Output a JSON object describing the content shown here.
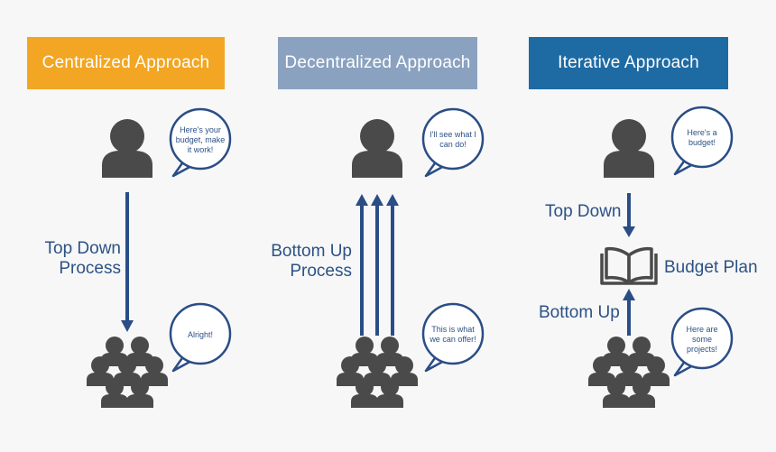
{
  "headers": {
    "centralized": "Centralized Approach",
    "decentralized": "Decentralized Approach",
    "iterative": "Iterative Approach"
  },
  "colors": {
    "centralized": "#f2a623",
    "decentralized": "#8aa2c0",
    "iterative": "#1e6ba4",
    "arrow": "#2a4d86",
    "person": "#4a4a4a",
    "text": "#2c5285"
  },
  "centralized": {
    "speech_manager": "Here's your budget, make it work!",
    "speech_team": "Alright!",
    "process_label_line1": "Top Down",
    "process_label_line2": "Process"
  },
  "decentralized": {
    "speech_manager": "I'll see what I can do!",
    "speech_team": "This is what we can offer!",
    "process_label_line1": "Bottom Up",
    "process_label_line2": "Process"
  },
  "iterative": {
    "speech_manager": "Here's a budget!",
    "speech_team": "Here are some projects!",
    "top_down_label": "Top Down",
    "budget_plan_label": "Budget Plan",
    "bottom_up_label": "Bottom Up"
  },
  "icons": {
    "manager": "person-icon",
    "team": "group-icon",
    "plan": "open-book-icon"
  }
}
